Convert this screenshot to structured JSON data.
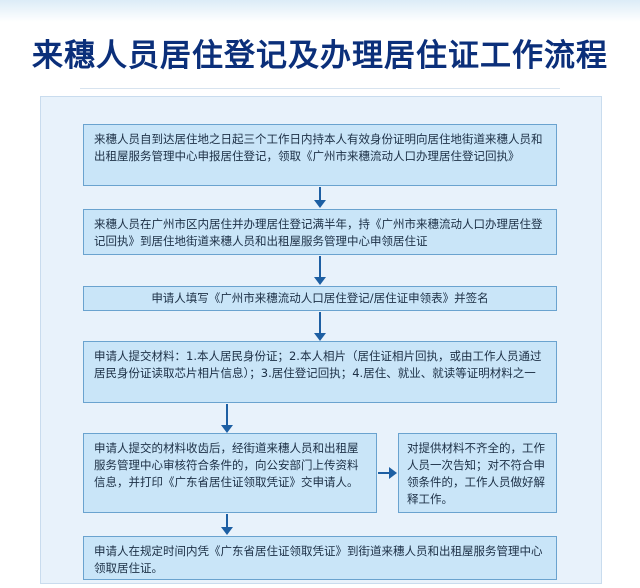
{
  "title": "来穗人员居住登记及办理居住证工作流程",
  "steps": {
    "step1": "来穗人员自到达居住地之日起三个工作日内持本人有效身份证明向居住地街道来穗人员和出租屋服务管理中心申报居住登记，领取《广州市来穗流动人口办理居住登记回执》",
    "step2": "来穗人员在广州市区内居住并办理居住登记满半年，持《广州市来穗流动人口办理居住登记回执》到居住地街道来穗人员和出租屋服务管理中心申领居住证",
    "step3": "申请人填写《广州市来穗流动人口居住登记/居住证申领表》并签名",
    "step4": "申请人提交材料：1.本人居民身份证；2.本人相片（居住证相片回执，或由工作人员通过居民身份证读取芯片相片信息）；3.居住登记回执；4.居住、就业、就读等证明材料之一",
    "step5_left": "申请人提交的材料收齿后，经街道来穗人员和出租屋服务管理中心审核符合条件的，向公安部门上传资料信息，并打印《广东省居住证领取凭证》交申请人。",
    "step5_right": "对提供材料不齐全的，工作人员一次告知；对不符合申领条件的，工作人员做好解释工作。",
    "step6": "申请人在规定时间内凭《广东省居住证领取凭证》到街道来穗人员和出租屋服务管理中心领取居住证。"
  }
}
